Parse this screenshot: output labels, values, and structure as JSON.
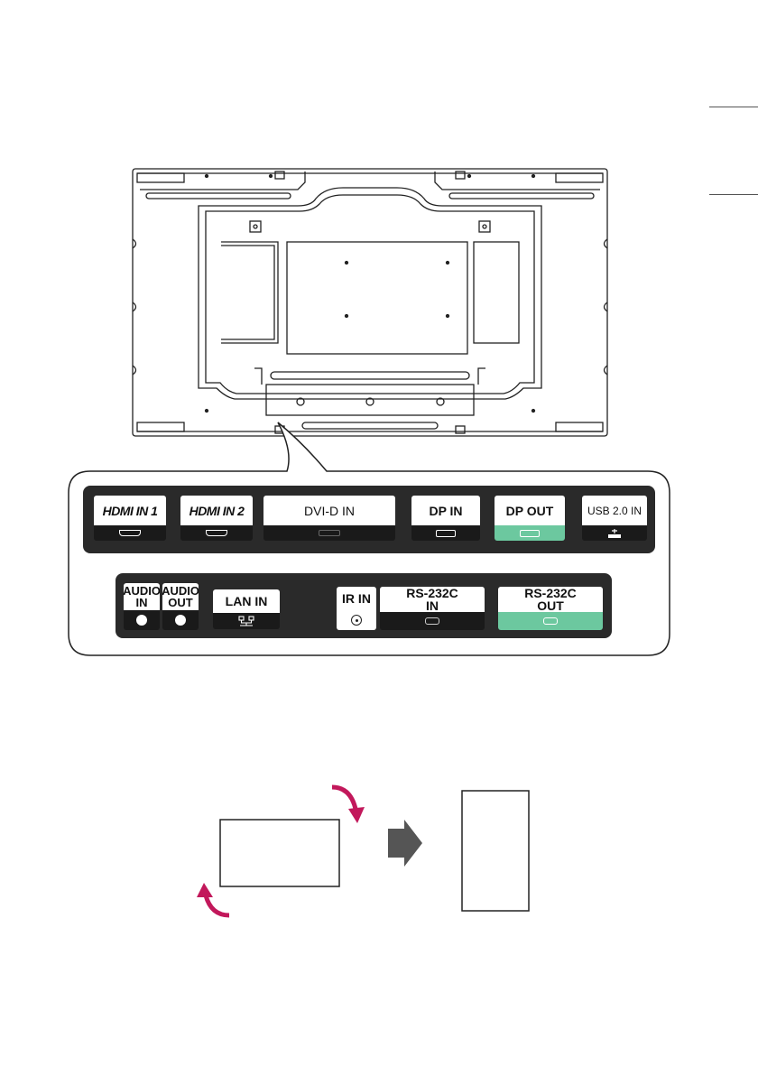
{
  "panel_top": {
    "ports": [
      {
        "label": "HDMI IN 1"
      },
      {
        "label": "HDMI IN 2"
      },
      {
        "label": "DVI-D IN"
      },
      {
        "label": "DP IN"
      },
      {
        "label": "DP OUT"
      },
      {
        "label": "USB 2.0 IN"
      }
    ]
  },
  "panel_bottom": {
    "ports": [
      {
        "label_line1": "AUDIO",
        "label_line2": "IN"
      },
      {
        "label_line1": "AUDIO",
        "label_line2": "OUT"
      },
      {
        "label": "LAN IN"
      },
      {
        "label": "IR IN"
      },
      {
        "label_line1": "RS-232C",
        "label_line2": "IN"
      },
      {
        "label_line1": "RS-232C",
        "label_line2": "OUT"
      }
    ]
  },
  "colors": {
    "accent_green": "#6cc89f",
    "rotate_arrow": "#c2185b",
    "next_arrow": "#555555",
    "panel_bg": "#2a2a2a"
  },
  "icons": [
    "hdmi-connector-icon",
    "dvi-connector-icon",
    "displayport-connector-icon",
    "usb-icon",
    "audio-jack-icon",
    "lan-icon",
    "ir-jack-icon",
    "serial-connector-icon",
    "rotate-clockwise-arrow-icon",
    "next-arrow-icon"
  ]
}
